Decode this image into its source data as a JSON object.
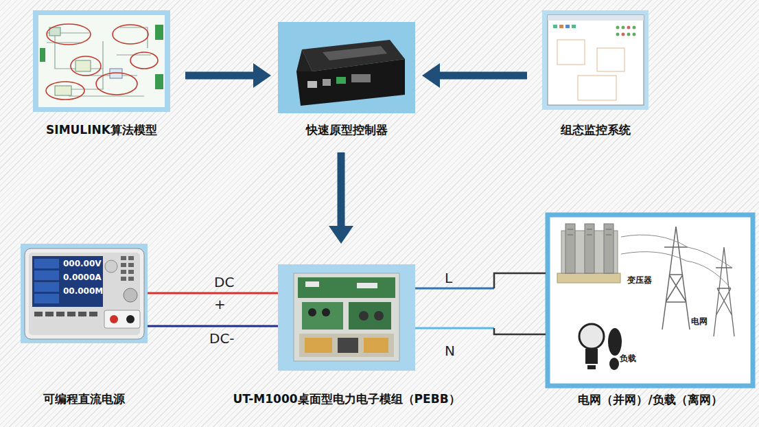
{
  "diagram": {
    "nodes": [
      {
        "text": [
          "SIMULINK算法模型"
        ]
      },
      {
        "text": [
          "快速原型控制器"
        ]
      },
      {
        "text": [
          "组态监控系统"
        ]
      },
      {
        "text": [
          "可编程直流电源"
        ]
      },
      {
        "text": [
          "UT-M1000桌面型电力电子模组（PEBB）"
        ]
      },
      {
        "text": [
          "电网（并网）/负载（离网）"
        ]
      }
    ],
    "edges": [
      {
        "from": 0,
        "to": 1,
        "arrow": "to"
      },
      {
        "from": 2,
        "to": 1,
        "arrow": "to"
      },
      {
        "from": 1,
        "to": 4,
        "arrow": "to"
      },
      {
        "from": 3,
        "to": 4,
        "label": "DC",
        "arrow": "none"
      },
      {
        "from": 3,
        "to": 4,
        "label": "DC-",
        "arrow": "none"
      },
      {
        "from": 4,
        "to": 5,
        "label": "L",
        "arrow": "none"
      },
      {
        "from": 4,
        "to": 5,
        "label": "N",
        "arrow": "none"
      }
    ],
    "labels": [
      "+",
      "000.00V",
      "0.0000A",
      "00.000M",
      "变压器",
      "电网",
      "负载"
    ]
  }
}
